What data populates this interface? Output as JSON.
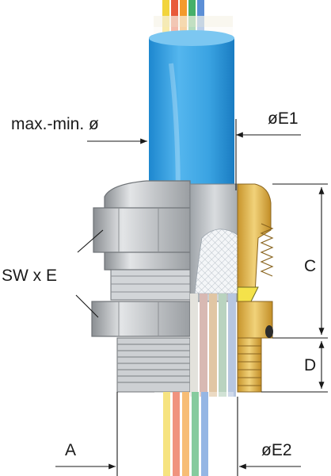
{
  "labels": {
    "max_min_diameter": "max.-min. ø",
    "e1": "øE1",
    "sw_e": "SW x E",
    "c": "C",
    "d": "D",
    "a": "A",
    "e2": "øE2"
  },
  "colors": {
    "cable_blue": "#3aa8e6",
    "cable_blue_light": "#9fd6f5",
    "metal_gray": "#b9bcbf",
    "metal_dark": "#7d8286",
    "brass": "#e2b84a",
    "seal_yellow": "#f4e24a",
    "wire_yellow": "#f2d43c",
    "wire_red": "#e85a3a",
    "wire_orange": "#f39a2c",
    "wire_green": "#46b06a",
    "wire_blue": "#5c8fd6"
  }
}
